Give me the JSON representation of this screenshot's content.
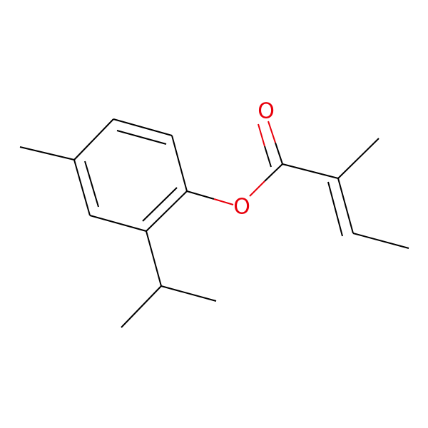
{
  "molecule": {
    "atoms": [
      {
        "id": "O1",
        "symbol": "O",
        "color": "#e8000b"
      },
      {
        "id": "O2",
        "symbol": "O",
        "color": "#e8000b"
      }
    ],
    "bond_color": "#000000",
    "background": "#ffffff"
  }
}
